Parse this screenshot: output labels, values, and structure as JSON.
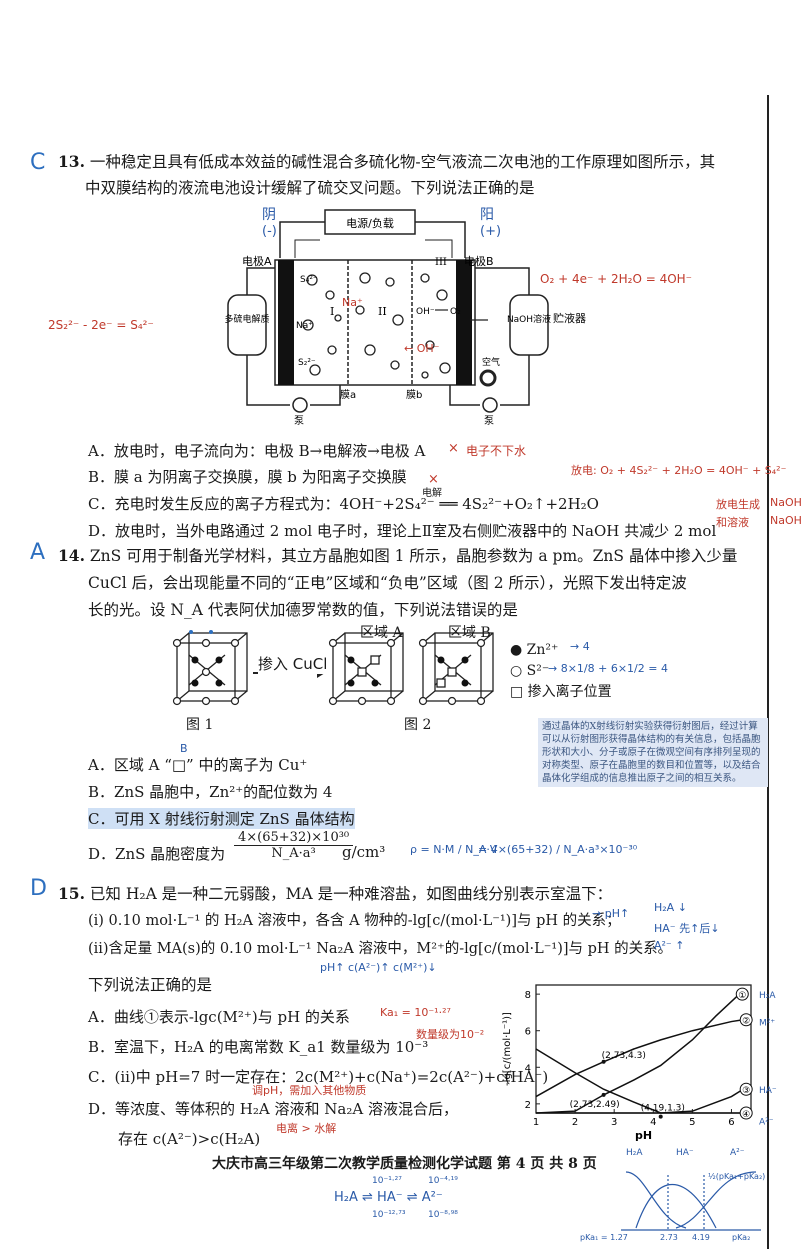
{
  "q13": {
    "mark": "C",
    "number": "13.",
    "line1": "一种稳定且具有低成本效益的碱性混合多硫化物-空气液流二次电池的工作原理如图所示，其",
    "line2": "中双膜结构的液流电池设计缓解了硫交叉问题。下列说法正确的是",
    "diagram": {
      "power_box": "电源/负载",
      "electrode_a": "电极A",
      "electrode_b": "电极B",
      "left_tank": "多硫电解质",
      "right_tank": "NaOH溶液",
      "right_label": "贮液器",
      "membrane_a": "膜a",
      "membrane_b": "膜b",
      "pump_left": "泵",
      "pump_right": "泵",
      "air": "空气",
      "region_1": "I",
      "region_2": "II",
      "region_3": "III",
      "ion_s4": "S₄²⁻",
      "ion_na": "Na⁺",
      "ion_s2": "S₂²⁻",
      "ion_oh": "OH⁻",
      "ion_o2": "O₂"
    },
    "options": [
      "A．放电时，电子流向为：电极 B→电解液→电极 A",
      "B．膜 a 为阴离子交换膜，膜 b 为阳离子交换膜",
      "C．充电时发生反应的离子方程式为：4OH⁻+2S₄²⁻ ══ 4S₂²⁻+O₂↑+2H₂O",
      "D．放电时，当外电路通过 2 mol 电子时，理论上Ⅱ室及右侧贮液器中的 NaOH 共减少 2 mol"
    ],
    "electrolysis_label": "电解",
    "handwriting": {
      "anode": "阴",
      "anode_sign": "(-)",
      "cathode": "阳",
      "cathode_sign": "(+)",
      "right_eq": "O₂ + 4e⁻ + 2H₂O = 4OH⁻",
      "left_eq": "2S₂²⁻ - 2e⁻ = S₄²⁻",
      "na_note": "Na⁺",
      "oh_note": "← OH⁻",
      "note_a": "电子不下水",
      "note_c": "放电: O₂ + 4S₂²⁻ + 2H₂O = 4OH⁻ + S₄²⁻",
      "note_d1": "放电生成",
      "note_d2": "NaOH",
      "note_d3": "和溶液",
      "note_d4": "NaOH",
      "x_mark": "×"
    }
  },
  "q14": {
    "mark": "A",
    "number": "14.",
    "line1": "ZnS 可用于制备光学材料，其立方晶胞如图 1 所示，晶胞参数为 a pm。ZnS 晶体中掺入少量",
    "line2": "CuCl 后，会出现能量不同的“正电”区域和“负电”区域（图 2 所示），光照下发出特定波",
    "line3": "长的光。设 N_A 代表阿伏加德罗常数的值，下列说法错误的是",
    "fig1": "图 1",
    "fig2": "图 2",
    "arrow_text": "掺入 CuCl",
    "region_a": "区域 A",
    "region_b": "区域 B",
    "legend": [
      "● Zn²⁺",
      "○ S²⁻",
      "□ 掺入离子位置"
    ],
    "options": [
      "A．区域 A “□” 中的离子为 Cu⁺",
      "B．ZnS 晶胞中，Zn²⁺的配位数为 4",
      "C．可用 X 射线衍射测定 ZnS 晶体结构",
      "D．ZnS 晶胞密度为"
    ],
    "density_num": "4×(65+32)×10³⁰",
    "density_den": "N_A·a³",
    "density_unit": "g/cm³",
    "note": "通过晶体的X射线衍射实验获得衍射图后，经过计算可以从衍射图形获得晶体结构的有关信息，包括晶胞形状和大小、分子或原子在微观空间有序排列呈现的对称类型、原子在晶胞里的数目和位置等，以及结合晶体化学组成的信息推出原子之间的相互关系。",
    "handwriting": {
      "zn_count": "→ 4",
      "s_count": "→ 8×1/8 + 6×1/2 = 4",
      "b_mark": "B",
      "rho": "ρ = N·M / N_A·V",
      "rho2": "= 4×(65+32) / N_A·a³×10⁻³⁰"
    }
  },
  "q15": {
    "mark": "D",
    "number": "15.",
    "line1": "已知 H₂A 是一种二元弱酸，MA 是一种难溶盐，如图曲线分别表示室温下：",
    "line2": "(i) 0.10 mol·L⁻¹ 的 H₂A 溶液中，各含 A 物种的-lg[c/(mol·L⁻¹)]与 pH 的关系；",
    "line3": "(ii)含足量 MA(s)的 0.10 mol·L⁻¹ Na₂A 溶液中，M²⁺的-lg[c/(mol·L⁻¹)]与 pH 的关系。",
    "line4": "下列说法正确的是",
    "options": [
      "A．曲线①表示-lgc(M²⁺)与 pH 的关系",
      "B．室温下，H₂A 的电离常数 K_a1 数量级为 10⁻³",
      "C．(ii)中 pH=7 时一定存在：2c(M²⁺)+c(Na⁺)=2c(A²⁻)+c(HA⁻)",
      "D．等浓度、等体积的 H₂A 溶液和 Na₂A 溶液混合后，",
      "存在 c(A²⁻)>c(H₂A)"
    ],
    "handwriting": {
      "ka1": "Ka₁ = 10⁻¹·²⁷",
      "ka1b": "数量级为10⁻²",
      "c_note": "调pH，需加入其他物质",
      "d_note": "电离 > 水解",
      "ph_up": "→ pH↑",
      "h2a_down": "H₂A ↓",
      "ha_trend": "HA⁻ 先↑后↓",
      "a2_up": "A²⁻ ↑",
      "ph_q": "pH↑ c(A²⁻)↑ c(M²⁺)↓",
      "bottom_eq1": "H₂A ⇌ HA⁻ ⇌ A²⁻",
      "bottom_k1": "10⁻¹·²⁷",
      "bottom_k2": "10⁻⁴·¹⁹",
      "bottom_k3": "10⁻¹²·⁷³",
      "bottom_k4": "10⁻⁸·⁹⁸",
      "mini_h2a": "H₂A",
      "mini_ha": "HA⁻",
      "mini_a2": "A²⁻",
      "mini_pk1": "pKa₁ = 1.27",
      "mini_mid": "2.73",
      "mini_419": "4.19",
      "mini_pk2": "pKa₂",
      "mini_half": "½(pKa₁+pKa₂)",
      "curve_labels": [
        "H₂A",
        "M²⁺",
        "HA⁻",
        "A²⁻"
      ]
    }
  },
  "chart_data": {
    "type": "line",
    "xlabel": "pH",
    "ylabel": "-lg[c/(mol·L⁻¹)]",
    "xlim": [
      1,
      6.5
    ],
    "ylim": [
      1.5,
      8.5
    ],
    "xticks": [
      1,
      2,
      3,
      4,
      5,
      6
    ],
    "yticks": [
      2,
      4,
      6,
      8
    ],
    "series": [
      {
        "name": "①",
        "x": [
          1,
          2,
          2.73,
          3.5,
          4.19,
          5,
          5.6,
          6.2
        ],
        "y": [
          1.2,
          1.6,
          2.49,
          3.3,
          4.1,
          5.5,
          6.8,
          8.0
        ]
      },
      {
        "name": "②",
        "x": [
          1,
          2,
          2.73,
          3.5,
          4.19,
          5,
          6,
          6.3
        ],
        "y": [
          2.4,
          3.6,
          4.3,
          5.0,
          5.5,
          6.0,
          6.5,
          6.6
        ]
      },
      {
        "name": "③",
        "x": [
          1,
          1.5,
          2,
          2.73,
          3.5,
          4.19,
          5,
          6,
          6.3
        ],
        "y": [
          1.5,
          1.3,
          1.2,
          1.2,
          1.25,
          1.3,
          1.6,
          2.4,
          2.8
        ]
      },
      {
        "name": "④",
        "x": [
          1,
          2,
          2.73,
          3.5,
          4.19,
          5,
          6,
          6.3
        ],
        "y": [
          5.0,
          3.7,
          2.8,
          2.1,
          1.3,
          1.0,
          1.05,
          1.1
        ]
      }
    ],
    "annotations": [
      "(2.73,4.3)",
      "(2.73,2.49)",
      "(4.19,1.3)"
    ],
    "curve_marks": [
      "①",
      "②",
      "③",
      "④"
    ]
  },
  "footer": "大庆市高三年级第二次教学质量检测化学试题   第 4 页 共 8 页"
}
